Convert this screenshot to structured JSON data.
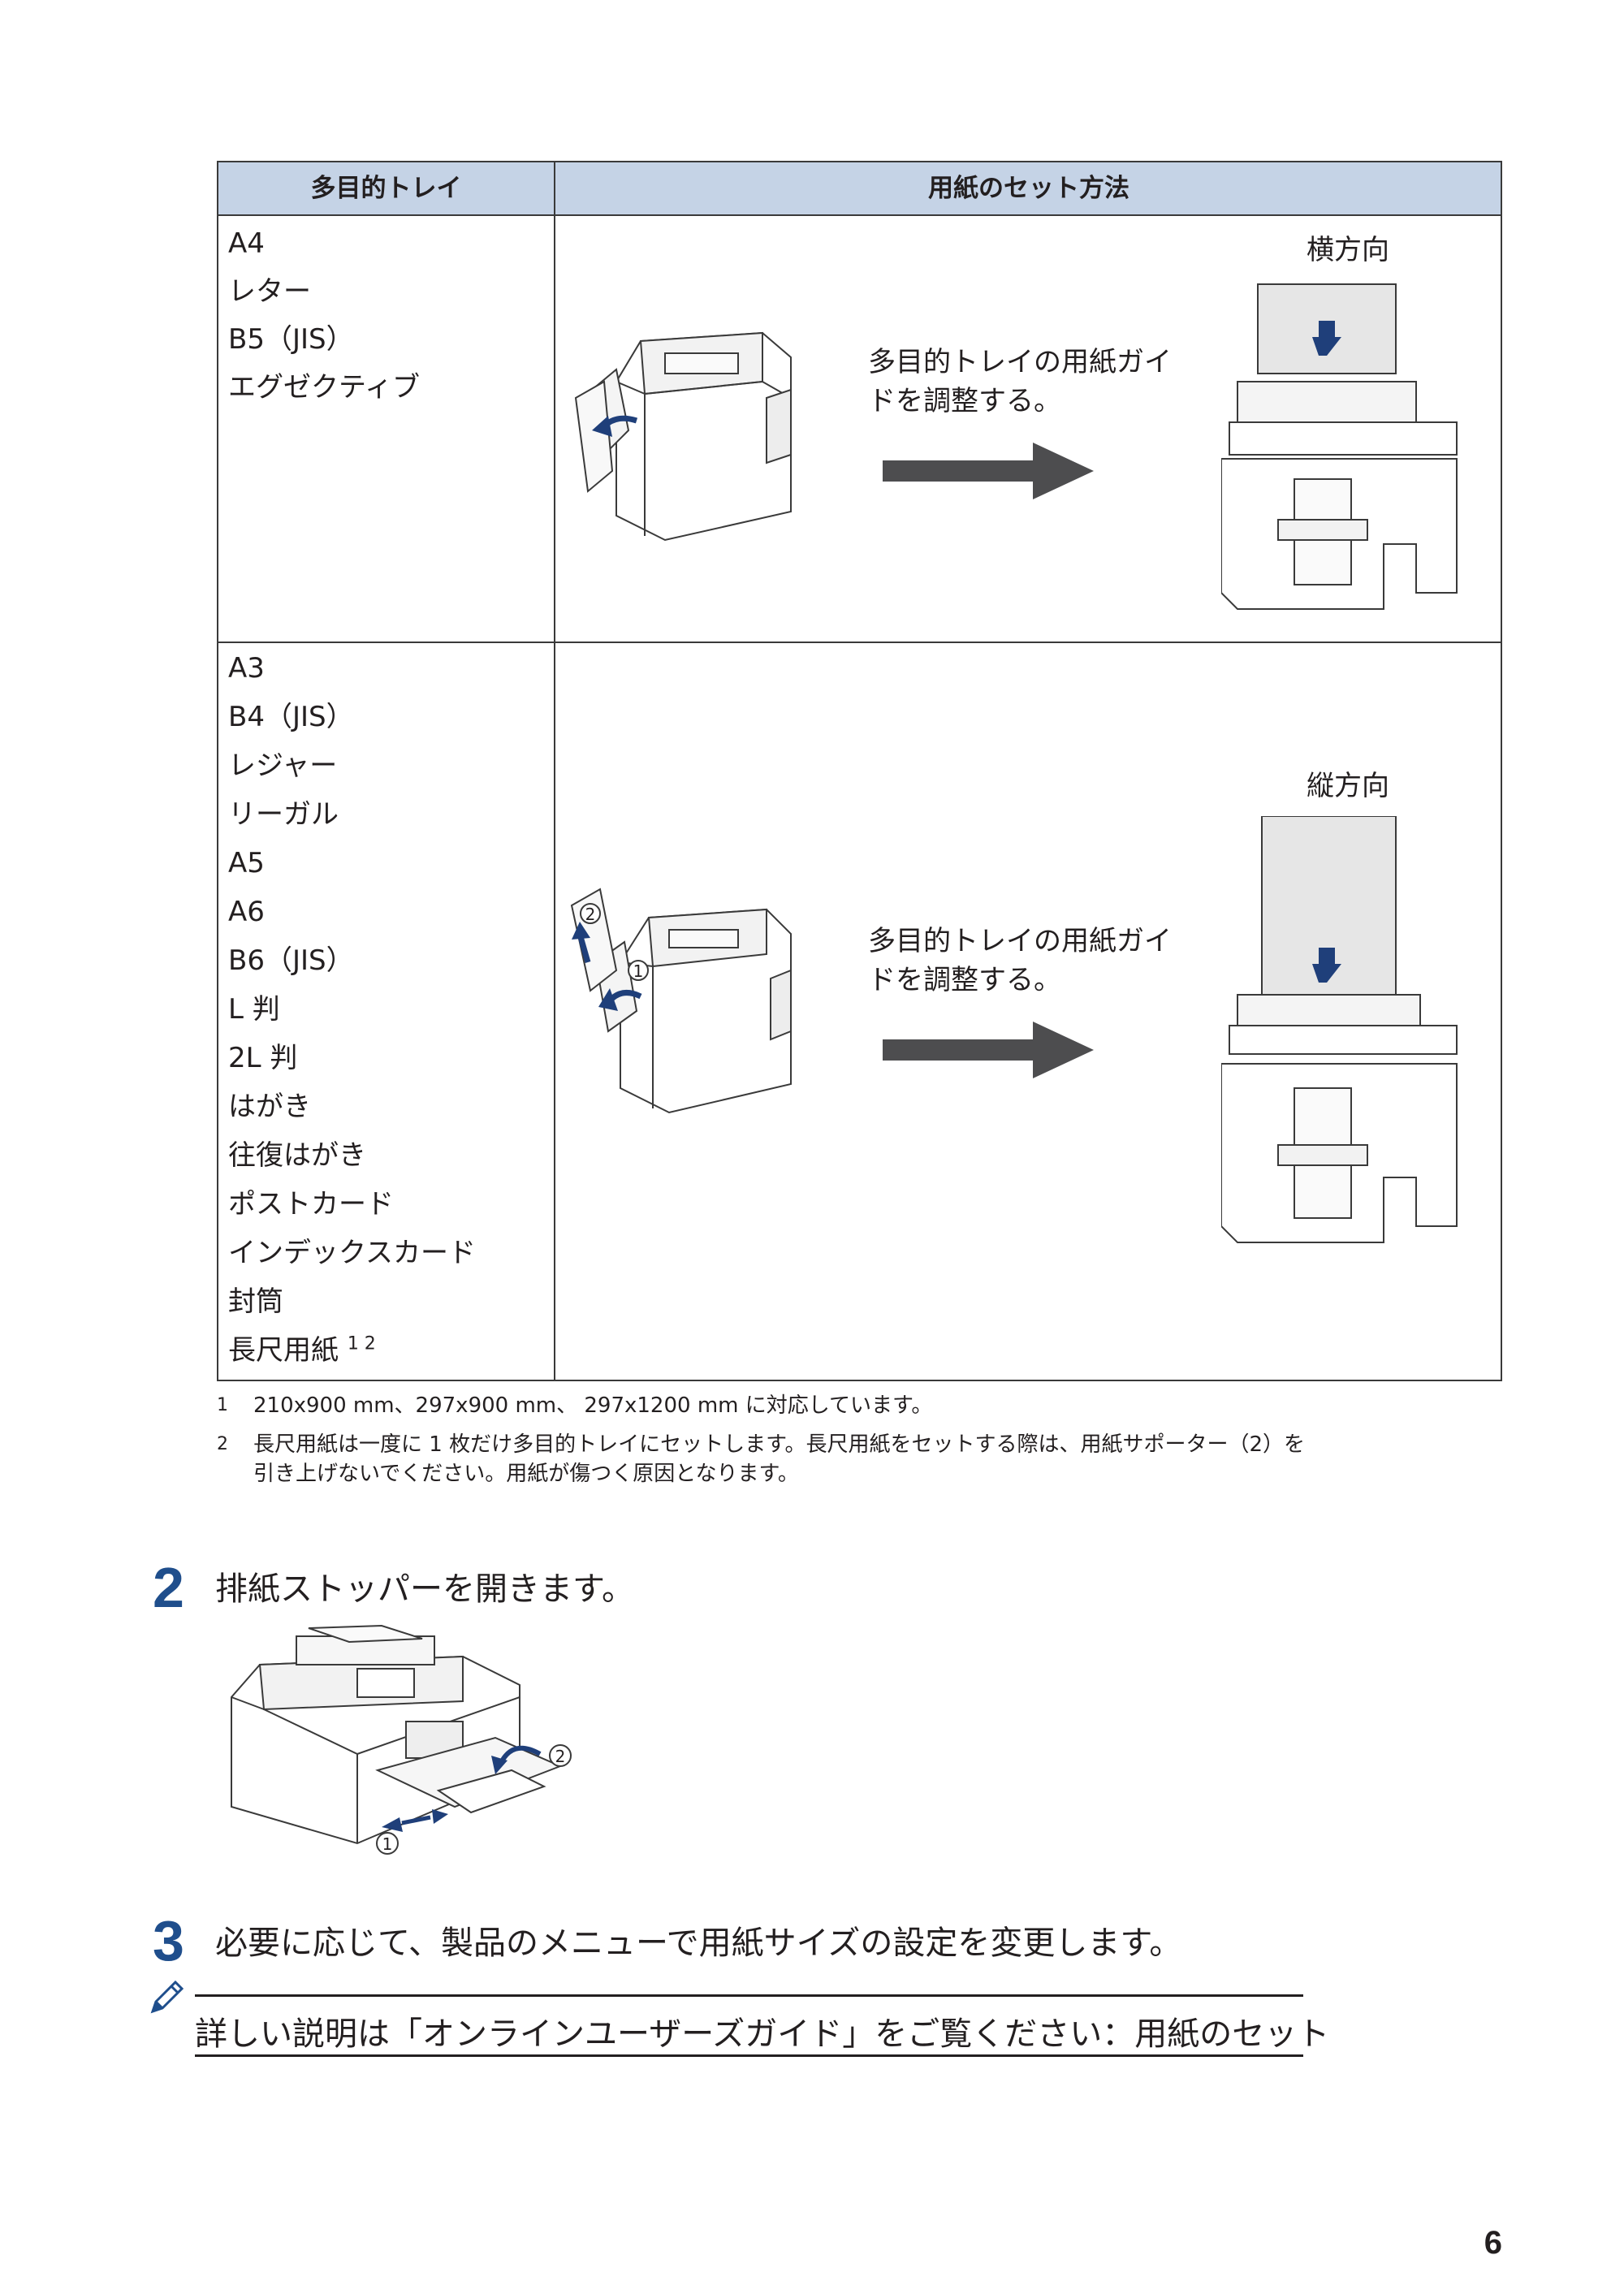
{
  "table": {
    "header_left": "多目的トレイ",
    "header_right": "用紙のセット方法",
    "row1": {
      "sizes": [
        "A4",
        "レター",
        "B5（JIS）",
        "エグゼクティブ"
      ],
      "caption_line1": "多目的トレイの用紙ガイ",
      "caption_line2": "ドを調整する。",
      "orientation": "横方向"
    },
    "row2": {
      "sizes": [
        "A3",
        "B4（JIS）",
        "レジャー",
        "リーガル",
        "A5",
        "A6",
        "B6（JIS）",
        "L 判",
        "2L 判",
        "はがき",
        "往復はがき",
        "ポストカード",
        "インデックスカード",
        "封筒",
        "長尺用紙"
      ],
      "last_item_sup": "1 2",
      "caption_line1": "多目的トレイの用紙ガイ",
      "caption_line2": "ドを調整する。",
      "orientation": "縦方向",
      "marker_1": "1",
      "marker_2": "2"
    }
  },
  "footnotes": [
    {
      "num": "1",
      "text": "210x900 mm、297x900 mm、 297x1200 mm に対応しています。"
    },
    {
      "num": "2",
      "text_line1": "長尺用紙は一度に 1 枚だけ多目的トレイにセットします。長尺用紙をセットする際は、用紙サポーター（2）を",
      "text_line2": "引き上げないでください。用紙が傷つく原因となります。"
    }
  ],
  "step2": {
    "num": "2",
    "text": "排紙ストッパーを開きます。",
    "marker_1": "1",
    "marker_2": "2"
  },
  "step3": {
    "num": "3",
    "text": "必要に応じて、製品のメニューで用紙サイズの設定を変更します。"
  },
  "note": {
    "text": "詳しい説明は「オンラインユーザーズガイド」をご覧ください：用紙のセット"
  },
  "page_number": "6",
  "colors": {
    "header_bg": "#c5d3e6",
    "step_number": "#1f4e8c",
    "arrow": "#4d4d4f",
    "paper_arrow": "#1f3f7a"
  }
}
